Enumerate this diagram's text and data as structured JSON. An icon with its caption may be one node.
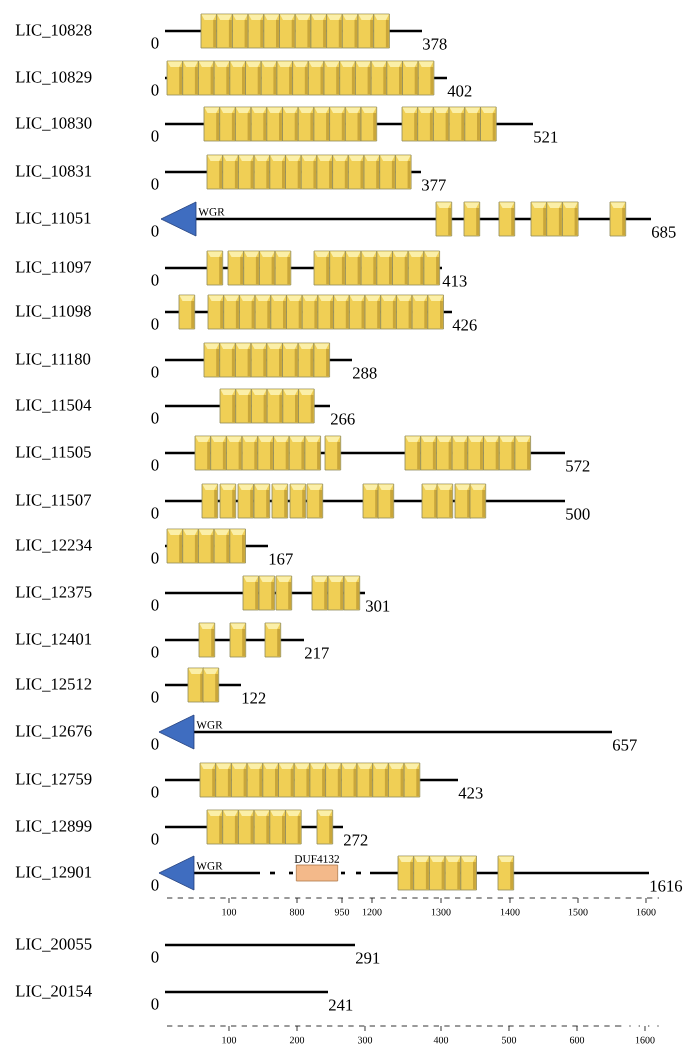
{
  "diagram": {
    "nodes": [
      {
        "text": [
          "WGR"
        ]
      },
      {
        "text": [
          "WGR"
        ]
      },
      {
        "text": [
          "WGR"
        ]
      },
      {
        "text": [
          "DUF4132"
        ]
      }
    ],
    "labels": [
      "LIC_10828",
      "0",
      "378",
      "LIC_10829",
      "0",
      "402",
      "LIC_10830",
      "0",
      "521",
      "LIC_10831",
      "0",
      "377",
      "LIC_11051",
      "0",
      "685",
      "LIC_11097",
      "0",
      "413",
      "LIC_11098",
      "0",
      "426",
      "LIC_11180",
      "0",
      "288",
      "LIC_11504",
      "0",
      "266",
      "LIC_11505",
      "0",
      "572",
      "LIC_11507",
      "0",
      "500",
      "LIC_12234",
      "0",
      "167",
      "LIC_12375",
      "0",
      "301",
      "LIC_12401",
      "0",
      "217",
      "LIC_12512",
      "0",
      "122",
      "LIC_12676",
      "0",
      "657",
      "LIC_12759",
      "0",
      "423",
      "LIC_12899",
      "0",
      "272",
      "LIC_12901",
      "0",
      "1616",
      "100",
      "800",
      "950",
      "1200",
      "1300",
      "1400",
      "1500",
      "1600",
      "LIC_20055",
      "0",
      "291",
      "LIC_20154",
      "0",
      "241",
      "100",
      "200",
      "300",
      "400",
      "500",
      "600",
      "1600"
    ]
  }
}
